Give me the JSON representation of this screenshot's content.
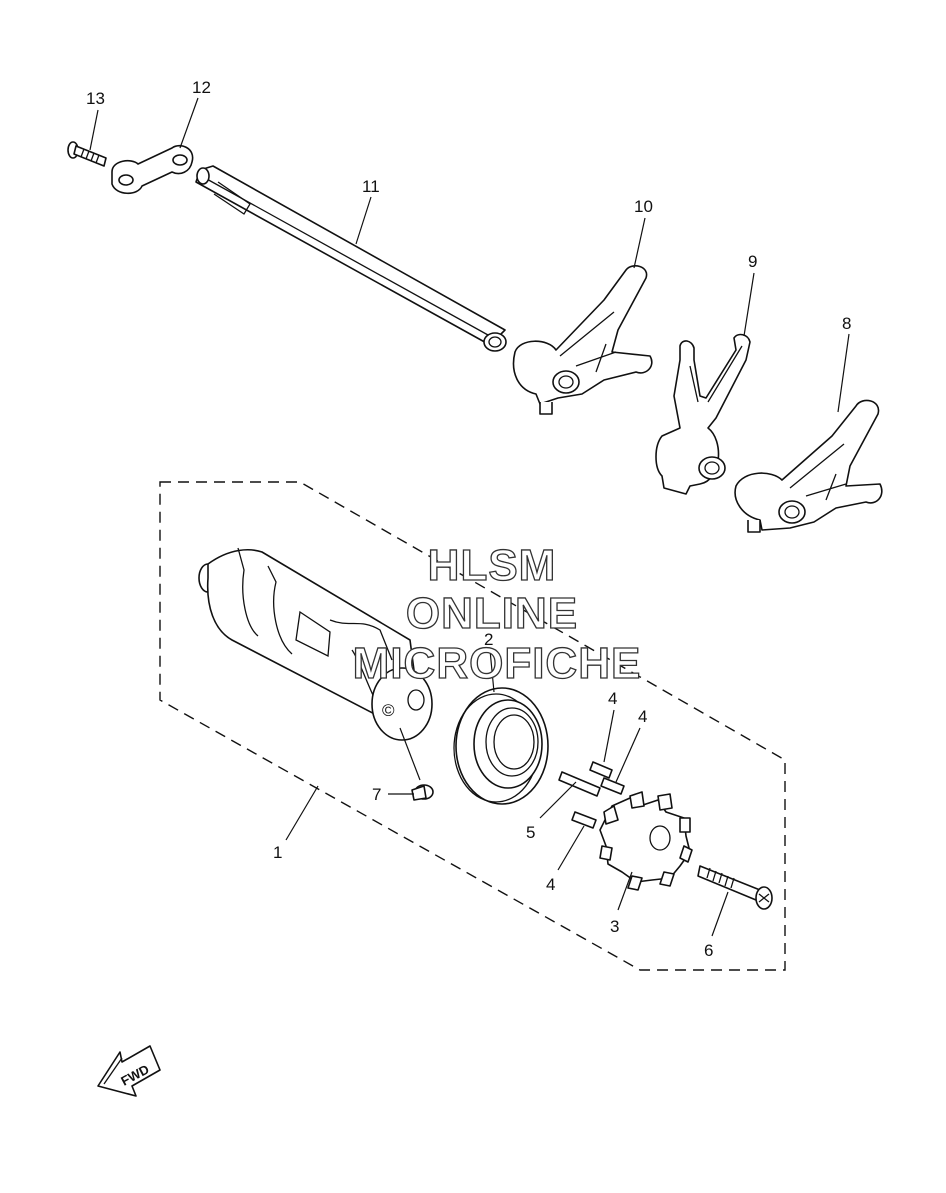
{
  "watermark": {
    "line1": "HLSM",
    "line2": "ONLINE",
    "line3": "MICROFICHE"
  },
  "direction_marker": {
    "label": "FWD",
    "icon": "fwd-arrow-icon"
  },
  "callouts": [
    {
      "id": "13",
      "label": "13"
    },
    {
      "id": "12",
      "label": "12"
    },
    {
      "id": "11",
      "label": "11"
    },
    {
      "id": "10",
      "label": "10"
    },
    {
      "id": "9",
      "label": "9"
    },
    {
      "id": "8",
      "label": "8"
    },
    {
      "id": "2",
      "label": "2"
    },
    {
      "id": "4a",
      "label": "4"
    },
    {
      "id": "4b",
      "label": "4"
    },
    {
      "id": "7",
      "label": "7"
    },
    {
      "id": "5",
      "label": "5"
    },
    {
      "id": "1",
      "label": "1"
    },
    {
      "id": "4c",
      "label": "4"
    },
    {
      "id": "3",
      "label": "3"
    },
    {
      "id": "6",
      "label": "6"
    }
  ]
}
